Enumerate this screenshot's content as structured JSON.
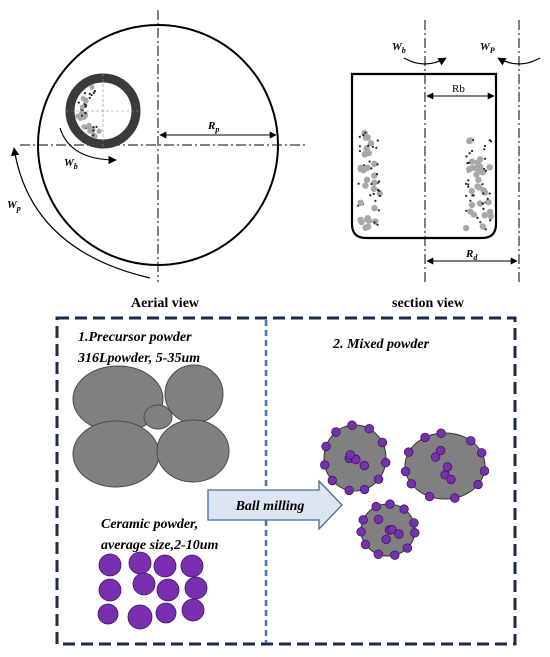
{
  "aerial": {
    "title": "Aerial view",
    "rp_symbol": "R",
    "rp_sub": "p",
    "wb_symbol": "W",
    "wb_sub": "b",
    "wp_symbol": "W",
    "wp_sub": "p"
  },
  "section": {
    "title": "section view",
    "wb_symbol": "W",
    "wb_sub": "b",
    "wp_symbol": "W",
    "wp_sub": "P",
    "rb_label": "Rb",
    "rd_symbol": "R",
    "rd_sub": "d"
  },
  "process": {
    "step1_line1": "1.Precursor powder",
    "step1_line2": "316Lpowder, 5-35um",
    "ceramic_line1": "Ceramic powder,",
    "ceramic_line2": "average size,2-10um",
    "arrow_label": "Ball milling",
    "step2_label": "2. Mixed powder"
  },
  "colors": {
    "ring": "#3a3a3a",
    "steel_particle": "#808080",
    "ceramic_particle": "#7a2fb0",
    "box_border": "#1c2b4a",
    "box_divider": "#4472c4",
    "arrow_fill": "#dce6f2",
    "arrow_stroke": "#4a6a9a"
  }
}
